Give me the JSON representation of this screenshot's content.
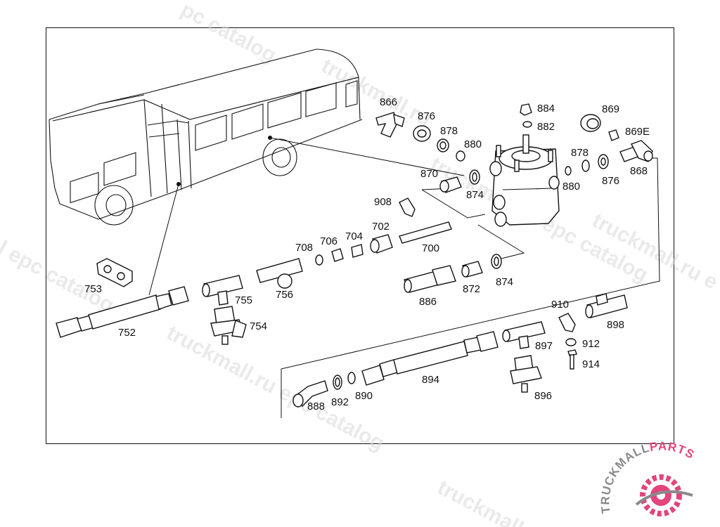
{
  "watermark": {
    "texts": [
      "pc catalog",
      "truckmall.ru",
      "l epc catalog",
      "truckmall.ru epc catalog",
      "truckmall.ru e",
      "truckmall.ru epc catalog",
      "truckmall"
    ]
  },
  "logo": {
    "text_main": "TRUCKMALL",
    "text_accent": "PARTS",
    "colors": {
      "main": "#8a8a8a",
      "accent": "#e0457b"
    }
  },
  "parts": [
    {
      "id": "866",
      "label": "866"
    },
    {
      "id": "876a",
      "label": "876"
    },
    {
      "id": "878a",
      "label": "878"
    },
    {
      "id": "880a",
      "label": "880"
    },
    {
      "id": "884",
      "label": "884"
    },
    {
      "id": "882",
      "label": "882"
    },
    {
      "id": "869",
      "label": "869"
    },
    {
      "id": "869E",
      "label": "869E"
    },
    {
      "id": "878b",
      "label": "878"
    },
    {
      "id": "880b",
      "label": "880"
    },
    {
      "id": "876b",
      "label": "876"
    },
    {
      "id": "868",
      "label": "868"
    },
    {
      "id": "870",
      "label": "870"
    },
    {
      "id": "874a",
      "label": "874"
    },
    {
      "id": "908",
      "label": "908"
    },
    {
      "id": "702",
      "label": "702"
    },
    {
      "id": "704",
      "label": "704"
    },
    {
      "id": "706",
      "label": "706"
    },
    {
      "id": "708",
      "label": "708"
    },
    {
      "id": "700",
      "label": "700"
    },
    {
      "id": "753",
      "label": "753"
    },
    {
      "id": "755",
      "label": "755"
    },
    {
      "id": "756",
      "label": "756"
    },
    {
      "id": "754",
      "label": "754"
    },
    {
      "id": "752",
      "label": "752"
    },
    {
      "id": "886",
      "label": "886"
    },
    {
      "id": "872",
      "label": "872"
    },
    {
      "id": "874b",
      "label": "874"
    },
    {
      "id": "910",
      "label": "910"
    },
    {
      "id": "898",
      "label": "898"
    },
    {
      "id": "897",
      "label": "897"
    },
    {
      "id": "912",
      "label": "912"
    },
    {
      "id": "914",
      "label": "914"
    },
    {
      "id": "894",
      "label": "894"
    },
    {
      "id": "896",
      "label": "896"
    },
    {
      "id": "888",
      "label": "888"
    },
    {
      "id": "892",
      "label": "892"
    },
    {
      "id": "890",
      "label": "890"
    }
  ]
}
